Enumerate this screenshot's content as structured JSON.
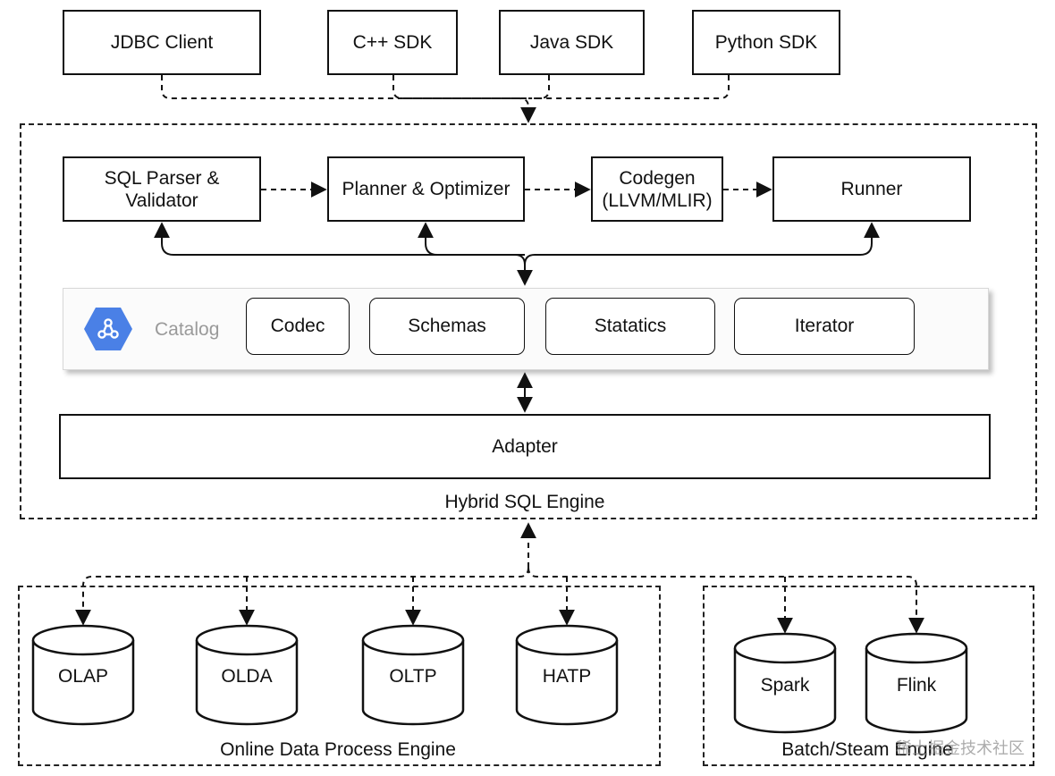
{
  "clients": [
    "JDBC Client",
    "C++ SDK",
    "Java SDK",
    "Python SDK"
  ],
  "pipeline": [
    "SQL Parser &\nValidator",
    "Planner & Optimizer",
    "Codegen\n(LLVM/MLIR)",
    "Runner"
  ],
  "catalog": {
    "title": "Catalog",
    "icon": "catalog-hexagon-icon",
    "icon_color": "#4a80e6",
    "items": [
      "Codec",
      "Schemas",
      "Statatics",
      "Iterator"
    ]
  },
  "adapter": "Adapter",
  "engine_label": "Hybrid SQL Engine",
  "online_engine": {
    "label": "Online Data Process Engine",
    "stores": [
      "OLAP",
      "OLDA",
      "OLTP",
      "HATP"
    ]
  },
  "batch_engine": {
    "label": "Batch/Steam Engine",
    "stores": [
      "Spark",
      "Flink"
    ]
  },
  "watermark": "稀土掘金技术社区"
}
